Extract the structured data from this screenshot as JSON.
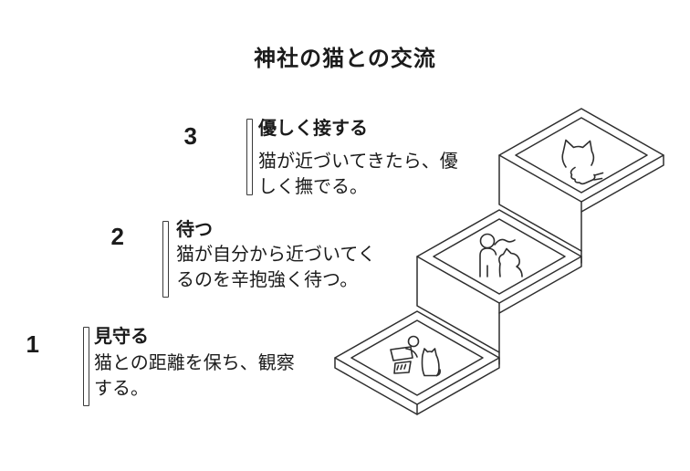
{
  "title": "神社の猫との交流",
  "steps": [
    {
      "number": "1",
      "heading": "見守る",
      "body": "猫との距離を保ち、観察\nする。",
      "icon": "person-observing-cat-icon"
    },
    {
      "number": "2",
      "heading": "待つ",
      "body": "猫が自分から近づいてく\nるのを辛抱強く待つ。",
      "icon": "person-waiting-with-cat-icon"
    },
    {
      "number": "3",
      "heading": "優しく接する",
      "body": "猫が近づいてきたら、優\nしく撫でる。",
      "icon": "hand-petting-cat-icon"
    }
  ],
  "illustration": "three-step-isometric-staircase",
  "colors": {
    "background": "#ffffff",
    "text": "#1b1b1b",
    "line": "#2e2e2e"
  }
}
